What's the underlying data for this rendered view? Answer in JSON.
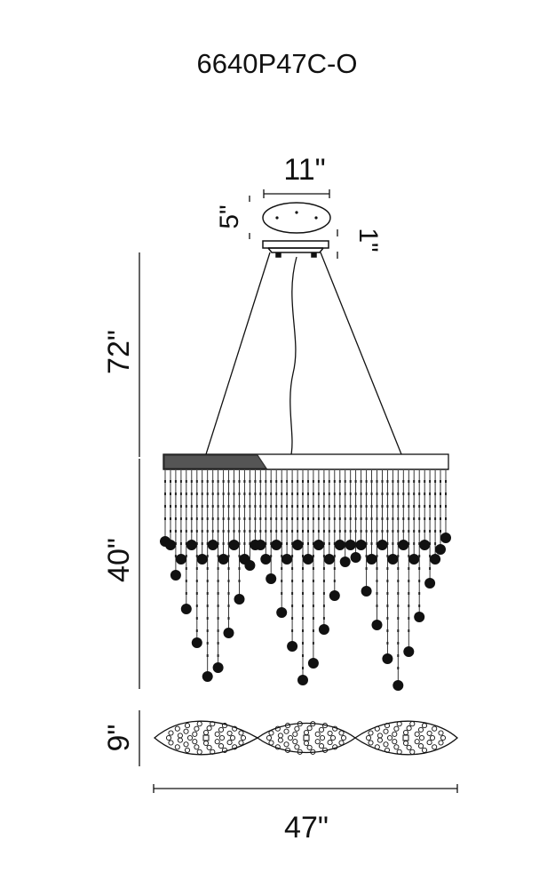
{
  "model": "6640P47C-O",
  "dimensions": {
    "canopy_width": "11\"",
    "canopy_depth": "5\"",
    "canopy_height": "1\"",
    "chain_length": "72\"",
    "fixture_height": "40\"",
    "fixture_depth": "9\"",
    "fixture_width": "47\""
  },
  "colors": {
    "line": "#111111",
    "background": "#ffffff",
    "shade": "#555555"
  }
}
